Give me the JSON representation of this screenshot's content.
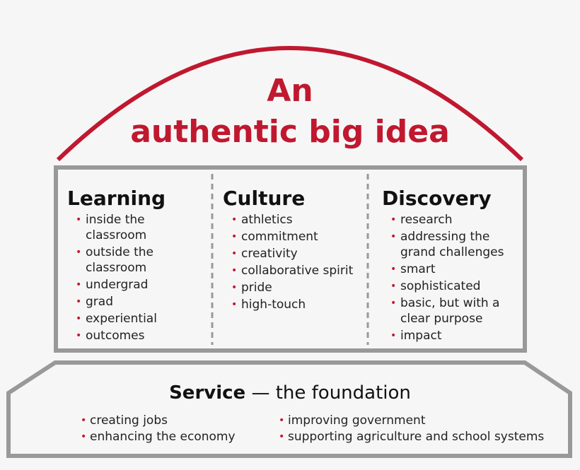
{
  "title": {
    "line1": "An",
    "line2": "authentic big idea"
  },
  "colors": {
    "accent": "#c0182f",
    "frame": "#999999",
    "text": "#222222"
  },
  "columns": [
    {
      "heading": "Learning",
      "items": [
        "inside the classroom",
        "outside the classroom",
        "undergrad",
        "grad",
        "experiential",
        "outcomes"
      ]
    },
    {
      "heading": "Culture",
      "items": [
        "athletics",
        "commitment",
        "creativity",
        "collaborative spirit",
        "pride",
        "high-touch"
      ]
    },
    {
      "heading": "Discovery",
      "items": [
        "research",
        "addressing the grand challenges",
        "smart",
        "sophisticated",
        "basic, but with a clear purpose",
        "impact"
      ]
    }
  ],
  "service": {
    "heading": "Service",
    "dash": "—",
    "subtitle": "the foundation",
    "left_items": [
      "creating jobs",
      "enhancing the economy"
    ],
    "right_items": [
      "improving government",
      "supporting agriculture and school systems"
    ]
  }
}
